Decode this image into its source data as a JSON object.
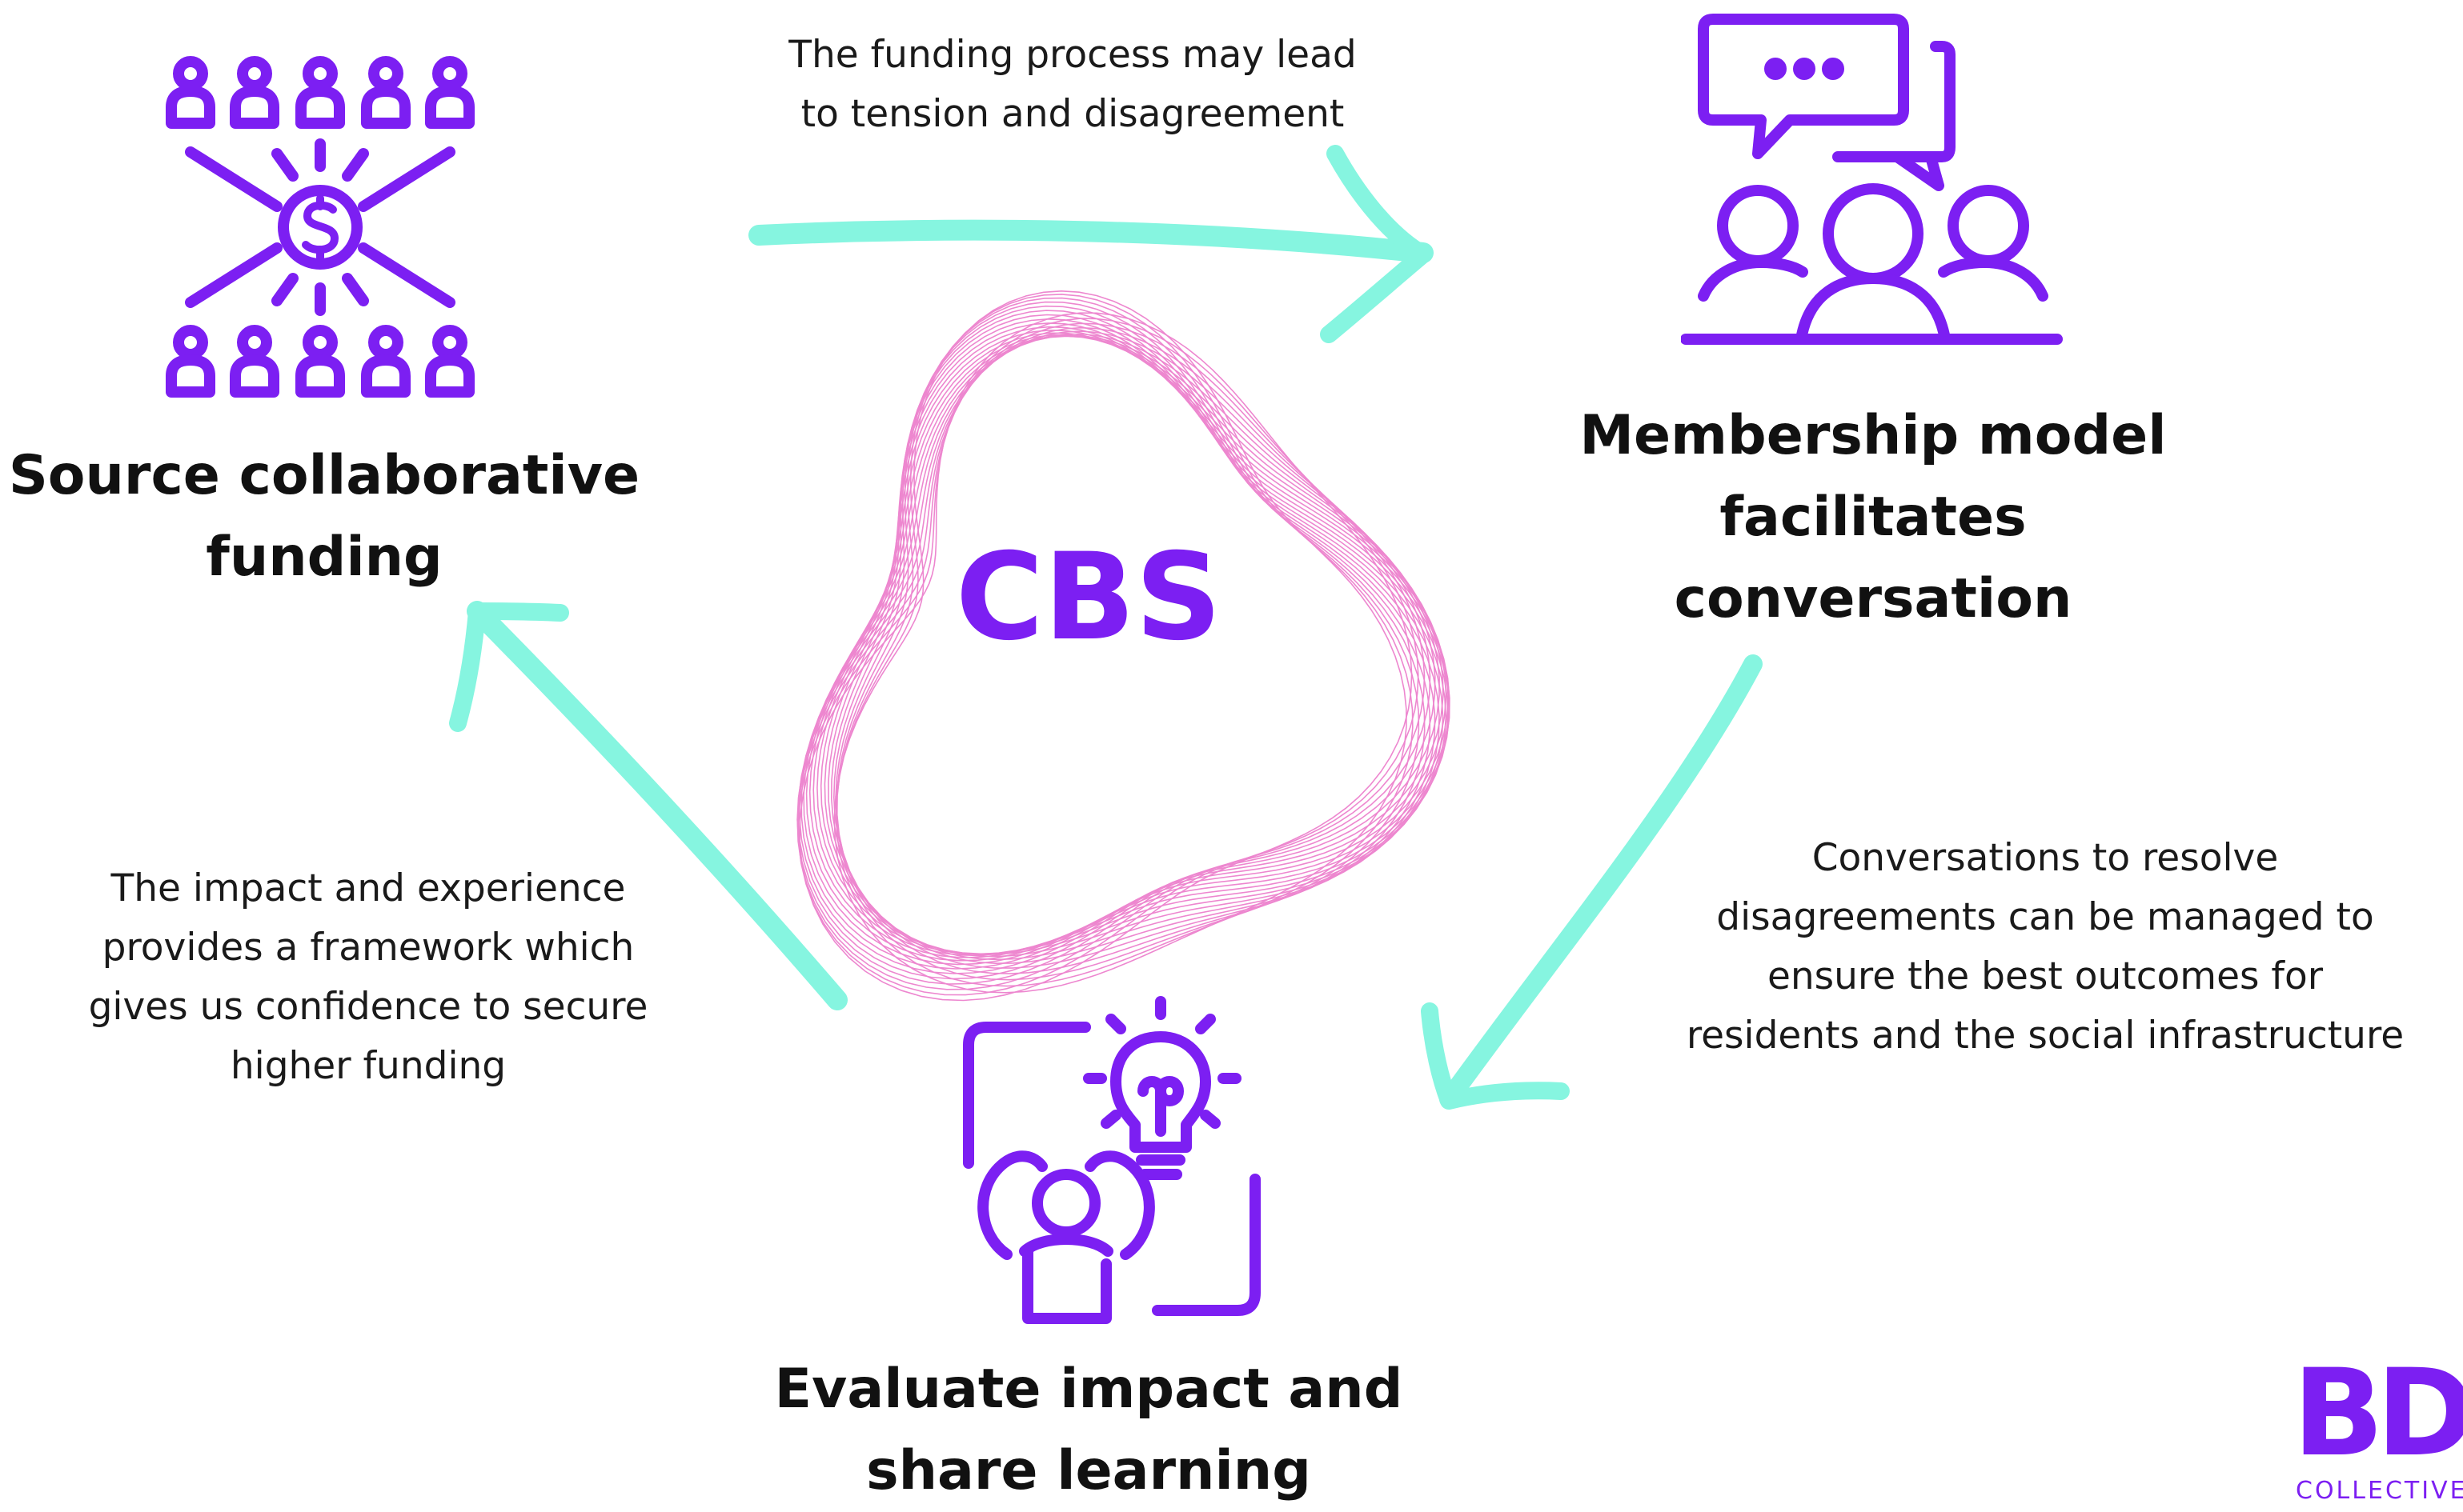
{
  "colors": {
    "accent_purple": "#7c1ff2",
    "arrow_teal": "#86f5e0",
    "wave_pink": "#e85fc0",
    "text": "#111111"
  },
  "center": {
    "label": "CBS"
  },
  "steps": [
    {
      "title_lines": [
        "Source collaborative",
        "funding"
      ],
      "icon": "crowdfunding-people-dollar-icon"
    },
    {
      "title_lines": [
        "Membership model",
        "facilitates",
        "conversation"
      ],
      "icon": "group-conversation-speech-bubbles-icon"
    },
    {
      "title_lines": [
        "Evaluate impact and",
        "share learning"
      ],
      "icon": "person-lightbulb-idea-icon"
    }
  ],
  "transitions": [
    {
      "text_lines": [
        "The funding process may lead",
        "to tension and disagreement"
      ]
    },
    {
      "text_lines": [
        "Conversations to resolve",
        "disagreements can be managed to",
        "ensure the best outcomes for",
        "residents and the social infrastructure"
      ]
    },
    {
      "text_lines": [
        "The impact and experience",
        "provides a framework which",
        "gives us confidence to secure",
        "higher funding"
      ]
    }
  ],
  "logo": {
    "letters": "BD",
    "subtitle": "COLLECTIVE"
  }
}
